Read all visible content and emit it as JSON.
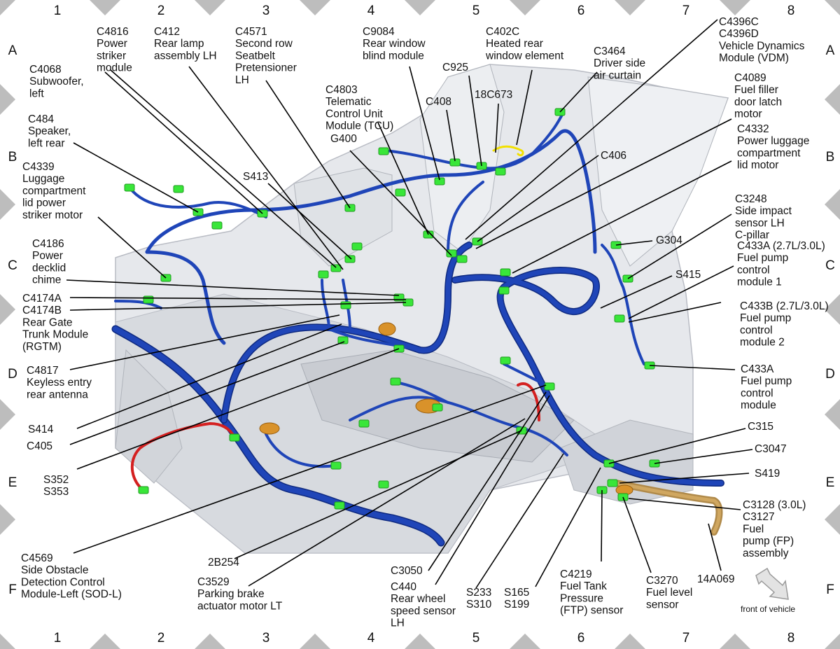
{
  "grid": {
    "columns": [
      "1",
      "2",
      "3",
      "4",
      "5",
      "6",
      "7",
      "8"
    ],
    "rows": [
      "A",
      "B",
      "C",
      "D",
      "E",
      "F"
    ]
  },
  "labels": {
    "c4816": [
      "C4816",
      "Power",
      "striker",
      "module"
    ],
    "c412": [
      "C412",
      "Rear lamp",
      "assembly LH"
    ],
    "c4571": [
      "C4571",
      "Second row",
      "Seatbelt",
      "Pretensioner",
      "LH"
    ],
    "c9084": [
      "C9084",
      "Rear window",
      "blind module"
    ],
    "c402c": [
      "C402C",
      "Heated rear",
      "window element"
    ],
    "c3464": [
      "C3464",
      "Driver side",
      "air curtain"
    ],
    "c4396": [
      "C4396C",
      "C4396D",
      "Vehicle Dynamics",
      "Module (VDM)"
    ],
    "c4068": [
      "C4068",
      "Subwoofer,",
      "left"
    ],
    "c4803": [
      "C4803",
      "Telematic",
      "Control Unit",
      "Module (TCU)"
    ],
    "c925": [
      "C925"
    ],
    "c408": [
      "C408"
    ],
    "c18c673": [
      "18C673"
    ],
    "c4089": [
      "C4089",
      "Fuel filler",
      "door latch",
      "motor"
    ],
    "c484": [
      "C484",
      "Speaker,",
      "left rear"
    ],
    "g400": [
      "G400"
    ],
    "c406": [
      "C406"
    ],
    "c4332": [
      "C4332",
      "Power luggage",
      "compartment",
      "lid motor"
    ],
    "c4339": [
      "C4339",
      "Luggage",
      "compartment",
      "lid power",
      "striker motor"
    ],
    "s413": [
      "S413"
    ],
    "c3248": [
      "C3248",
      "Side impact",
      "sensor LH",
      "C-pillar"
    ],
    "g304": [
      "G304"
    ],
    "c4186": [
      "C4186",
      "Power",
      "decklid",
      "chime"
    ],
    "c433a_top": [
      "C433A (2.7L/3.0L)",
      "Fuel pump",
      "control",
      "module 1"
    ],
    "s415": [
      "S415"
    ],
    "c4174": [
      "C4174A",
      "C4174B",
      "Rear Gate",
      "Trunk Module",
      "(RGTM)"
    ],
    "c433b": [
      "C433B (2.7L/3.0L)",
      "Fuel pump",
      "control",
      "module 2"
    ],
    "c4817": [
      "C4817",
      "Keyless entry",
      "rear antenna"
    ],
    "c433a": [
      "C433A",
      "Fuel pump",
      "control",
      "module"
    ],
    "s414": [
      "S414"
    ],
    "c405": [
      "C405"
    ],
    "c315": [
      "C315"
    ],
    "c3047": [
      "C3047"
    ],
    "s352": [
      "S352",
      "S353"
    ],
    "s419": [
      "S419"
    ],
    "c3128": [
      "C3128  (3.0L)",
      "C3127",
      "Fuel",
      "pump (FP)",
      "assembly"
    ],
    "c4569": [
      "C4569",
      "Side Obstacle",
      "Detection Control",
      "Module-Left (SOD-L)"
    ],
    "c2b254": [
      "2B254"
    ],
    "c3529": [
      "C3529",
      "Parking brake",
      "actuator motor LT"
    ],
    "c3050": [
      "C3050"
    ],
    "c440": [
      "C440",
      "Rear wheel",
      "speed sensor",
      "LH"
    ],
    "s233": [
      "S233",
      "S310"
    ],
    "s165": [
      "S165",
      "S199"
    ],
    "c4219": [
      "C4219",
      "Fuel Tank",
      "Pressure",
      "(FTP) sensor"
    ],
    "c3270": [
      "C3270",
      "Fuel level",
      "sensor"
    ],
    "c14a069": [
      "14A069"
    ],
    "front": [
      "front of vehicle"
    ]
  },
  "colors": {
    "harness": "#1f45b8",
    "harness_dark": "#0f2a80",
    "connector": "#39e639",
    "terminal": "#d9922a",
    "red_wire": "#d42020",
    "fuel_line": "#b08a4a",
    "yellow_wire": "#f2e000",
    "body_panel": "#e6e8ec"
  }
}
